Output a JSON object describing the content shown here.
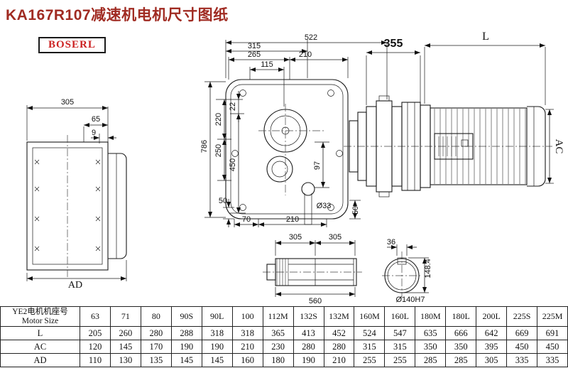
{
  "page": {
    "title": "KA167R107减速机电机尺寸图纸",
    "brand": "BOSERL"
  },
  "colors": {
    "title": "#a02b22",
    "brand": "#cc2222"
  },
  "drawing": {
    "left_view": {
      "w305": "305",
      "w65": "65",
      "w9": "9",
      "ad": "AD"
    },
    "front_view": {
      "d315": "315",
      "d522": "522",
      "d265": "265",
      "d210_top": "210",
      "d115": "115",
      "d22": "22",
      "d220": "220",
      "d250": "250",
      "d450": "450",
      "d786": "786",
      "d97": "97",
      "d50_left": "50",
      "d70": "70",
      "d210_bottom": "210",
      "d33": "Ø33",
      "d50_right": "50"
    },
    "motor_view": {
      "d355": "355",
      "len": "L",
      "ac": "AC"
    },
    "shaft_view": {
      "d305a": "305",
      "d305b": "305",
      "d560": "560"
    },
    "end_view": {
      "d36": "36",
      "d148": "148.4",
      "bore": "Ø140H7"
    }
  },
  "table": {
    "row_header_cn": "YE2电机机座号",
    "row_header_en": "Motor Size",
    "columns": [
      "63",
      "71",
      "80",
      "90S",
      "90L",
      "100",
      "112M",
      "132S",
      "132M",
      "160M",
      "160L",
      "180M",
      "180L",
      "200L",
      "225S",
      "225M"
    ],
    "rows": [
      {
        "label": "L",
        "values": [
          "205",
          "260",
          "280",
          "288",
          "318",
          "318",
          "365",
          "413",
          "452",
          "524",
          "547",
          "635",
          "666",
          "642",
          "669",
          "691"
        ]
      },
      {
        "label": "AC",
        "values": [
          "120",
          "145",
          "170",
          "190",
          "190",
          "210",
          "230",
          "280",
          "280",
          "315",
          "315",
          "350",
          "350",
          "395",
          "450",
          "450"
        ]
      },
      {
        "label": "AD",
        "values": [
          "110",
          "130",
          "135",
          "145",
          "145",
          "160",
          "180",
          "190",
          "210",
          "255",
          "255",
          "285",
          "285",
          "305",
          "335",
          "335"
        ]
      }
    ]
  }
}
